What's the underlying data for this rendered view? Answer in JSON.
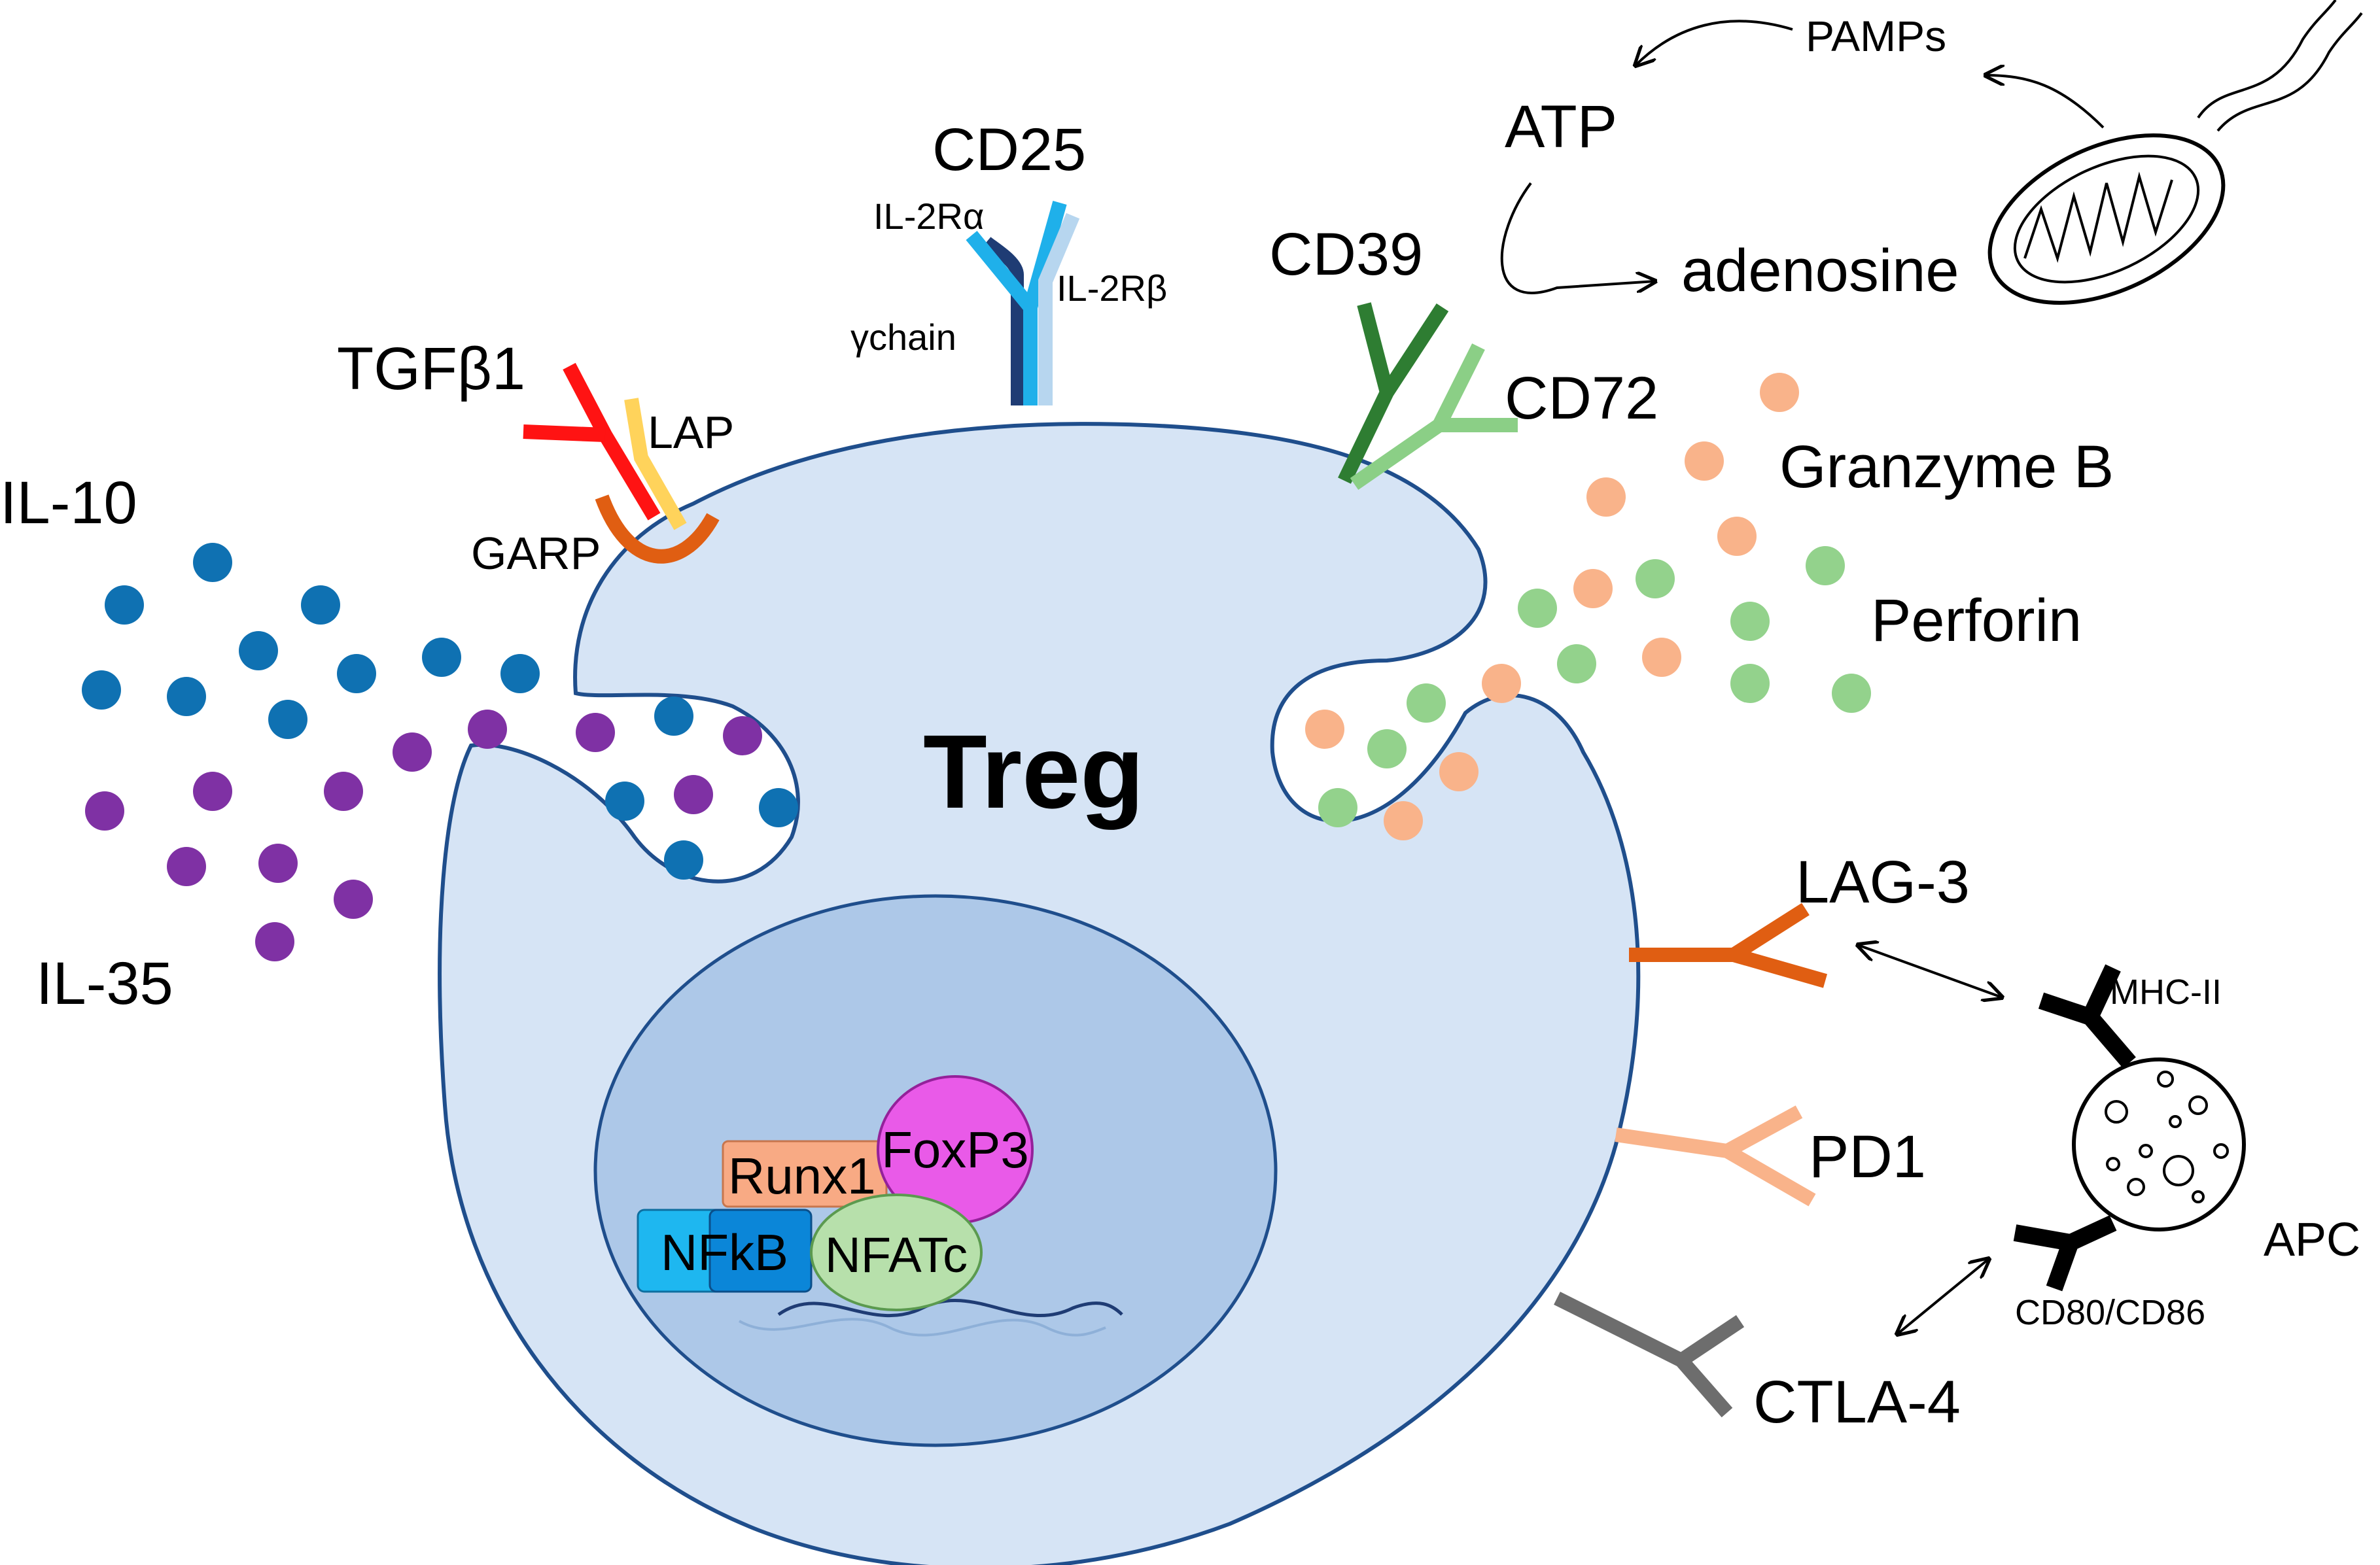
{
  "cell": {
    "name": "Treg"
  },
  "cytokines": {
    "il10": "IL-10",
    "il35": "IL-35"
  },
  "receptors": {
    "tgf": "TGFβ1",
    "lap": "LAP",
    "garp": "GARP",
    "cd25": "CD25",
    "il2ra": "IL-2Rα",
    "il2rb": "IL-2Rβ",
    "gchain": "γchain",
    "cd39": "CD39",
    "cd72": "CD72",
    "lag3": "LAG-3",
    "pd1": "PD1",
    "ctla4": "CTLA-4"
  },
  "granules": {
    "granzyme": "Granzyme B",
    "perforin": "Perforin"
  },
  "metabolism": {
    "atp": "ATP",
    "adenosine": "adenosine",
    "pamps": "PAMPs"
  },
  "apc": {
    "name": "APC",
    "mhc": "MHC-II",
    "cd80": "CD80/CD86"
  },
  "nucleus": {
    "runx1": "Runx1",
    "foxp3": "FoxP3",
    "nfkb": "NFkB",
    "nfatc": "NFATc"
  },
  "colors": {
    "cell_fill": "#d6e4f5",
    "cell_stroke": "#1f4e8c",
    "nucleus_fill": "#adc8e8",
    "il10": "#0f71b2",
    "il35": "#7f31a4",
    "granzyme": "#f9b38a",
    "perforin": "#93d28c"
  }
}
